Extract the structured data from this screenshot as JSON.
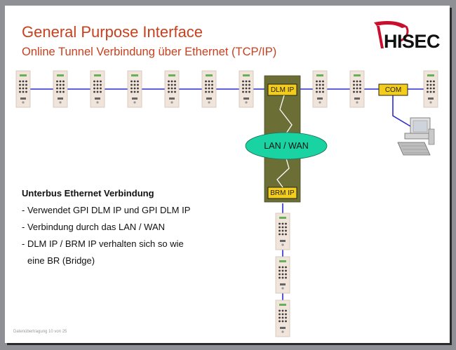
{
  "slide": {
    "title": "General Purpose Interface",
    "subtitle": "Online Tunnel Verbindung über Ethernet (TCP/IP)",
    "logo_text": "HISEC",
    "footer": "Datenübertragung 10 von 25"
  },
  "diagram": {
    "dlm_ip_label": "DLM IP",
    "brm_ip_label": "BRM IP",
    "com_label": "COM",
    "cloud_label": "LAN / WAN"
  },
  "bullets": {
    "heading": "Unterbus Ethernet Verbindung",
    "lines": [
      "- Verwendet GPI DLM IP  und GPI DLM IP",
      "- Verbindung durch das LAN / WAN",
      "- DLM IP / BRM IP verhalten sich so wie",
      "eine BR (Bridge)"
    ]
  },
  "colors": {
    "title": "#c8401e",
    "bus_line": "#2b2bd0",
    "tunnel": "#6b6e35",
    "ip_box": "#f4cc1a",
    "cloud": "#1ad3a3",
    "device_body": "#f1e4da"
  }
}
